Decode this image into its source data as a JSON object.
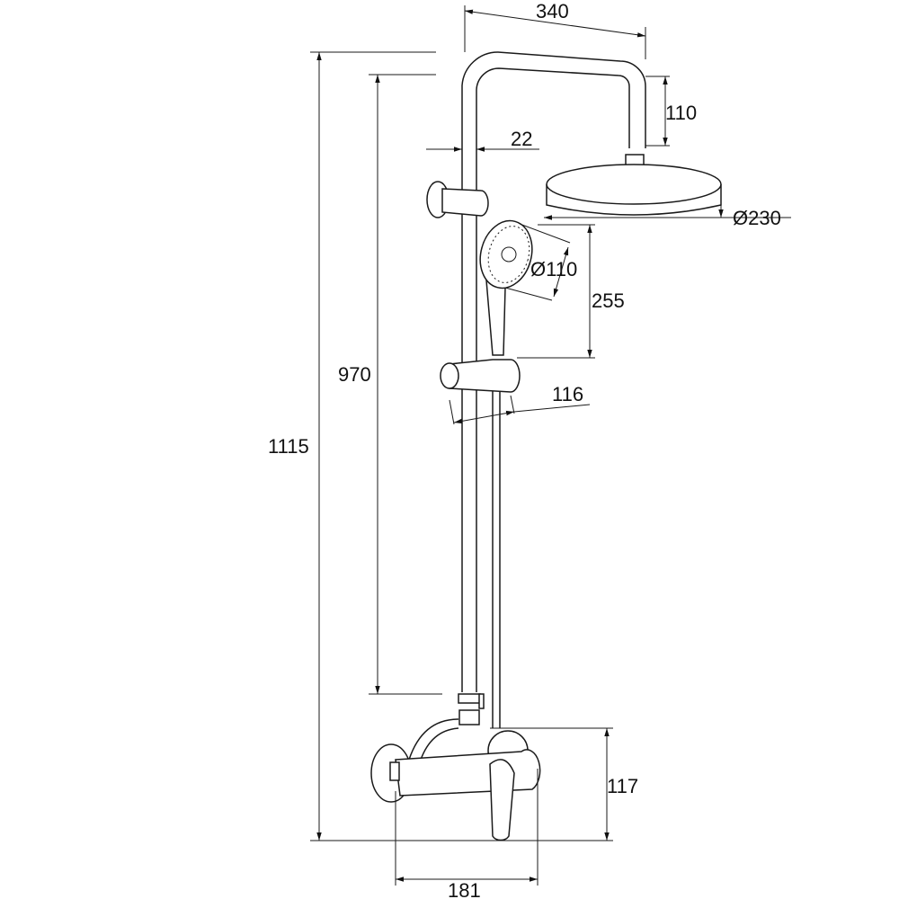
{
  "drawing": {
    "title": "Shower system dimension drawing",
    "dimensions": {
      "arm_reach": "340",
      "arm_drop": "110",
      "pipe_diameter": "22",
      "head_diameter": "Ø230",
      "hand_shower_diameter": "Ø110",
      "hand_shower_length": "255",
      "slider_offset": "116",
      "rail_height": "970",
      "total_height": "1115",
      "mixer_height": "117",
      "mixer_width": "181"
    },
    "line_color": "#1a1a1a"
  }
}
